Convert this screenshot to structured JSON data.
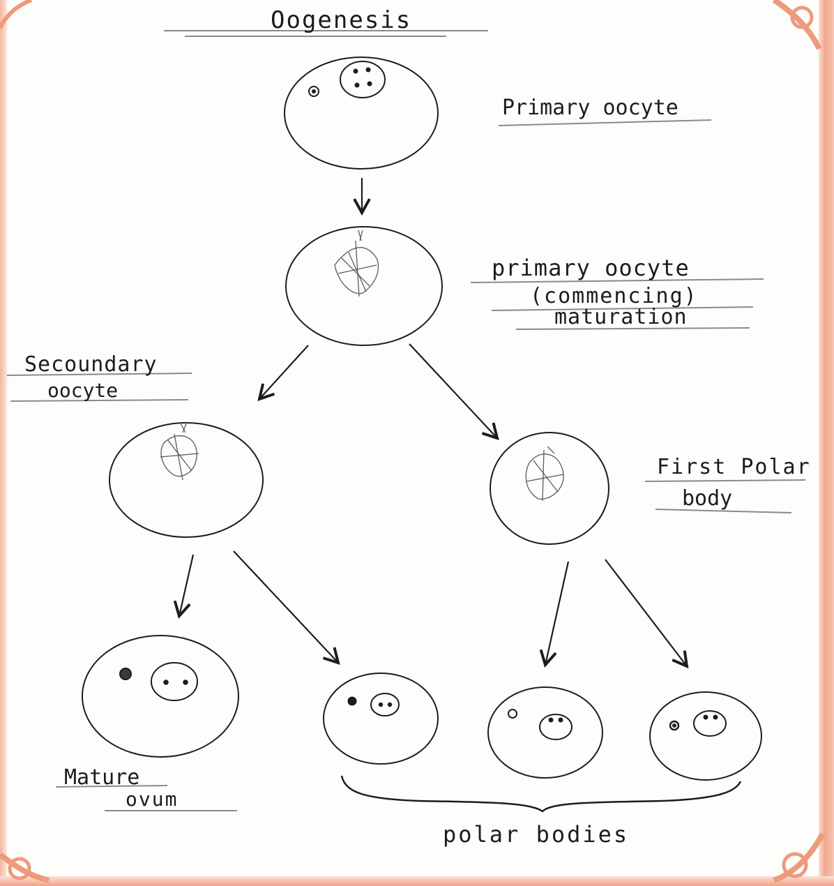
{
  "title": "Oogenesis",
  "labels": {
    "primary_oocyte": "Primary oocyte",
    "primary_oocyte_maturation_1": "primary oocyte",
    "primary_oocyte_maturation_2": "(commencing)",
    "primary_oocyte_maturation_3": "maturation",
    "secondary_oocyte_1": "Secoundary",
    "secondary_oocyte_2": "oocyte",
    "first_polar_body_1": "First Polar",
    "first_polar_body_2": "body",
    "mature_ovum_1": "Mature",
    "mature_ovum_2": "ovum",
    "polar_bodies": "polar bodies"
  },
  "colors": {
    "ink": "#1c1c1c",
    "underline": "#8a8a8a",
    "border": "#f0a288"
  }
}
